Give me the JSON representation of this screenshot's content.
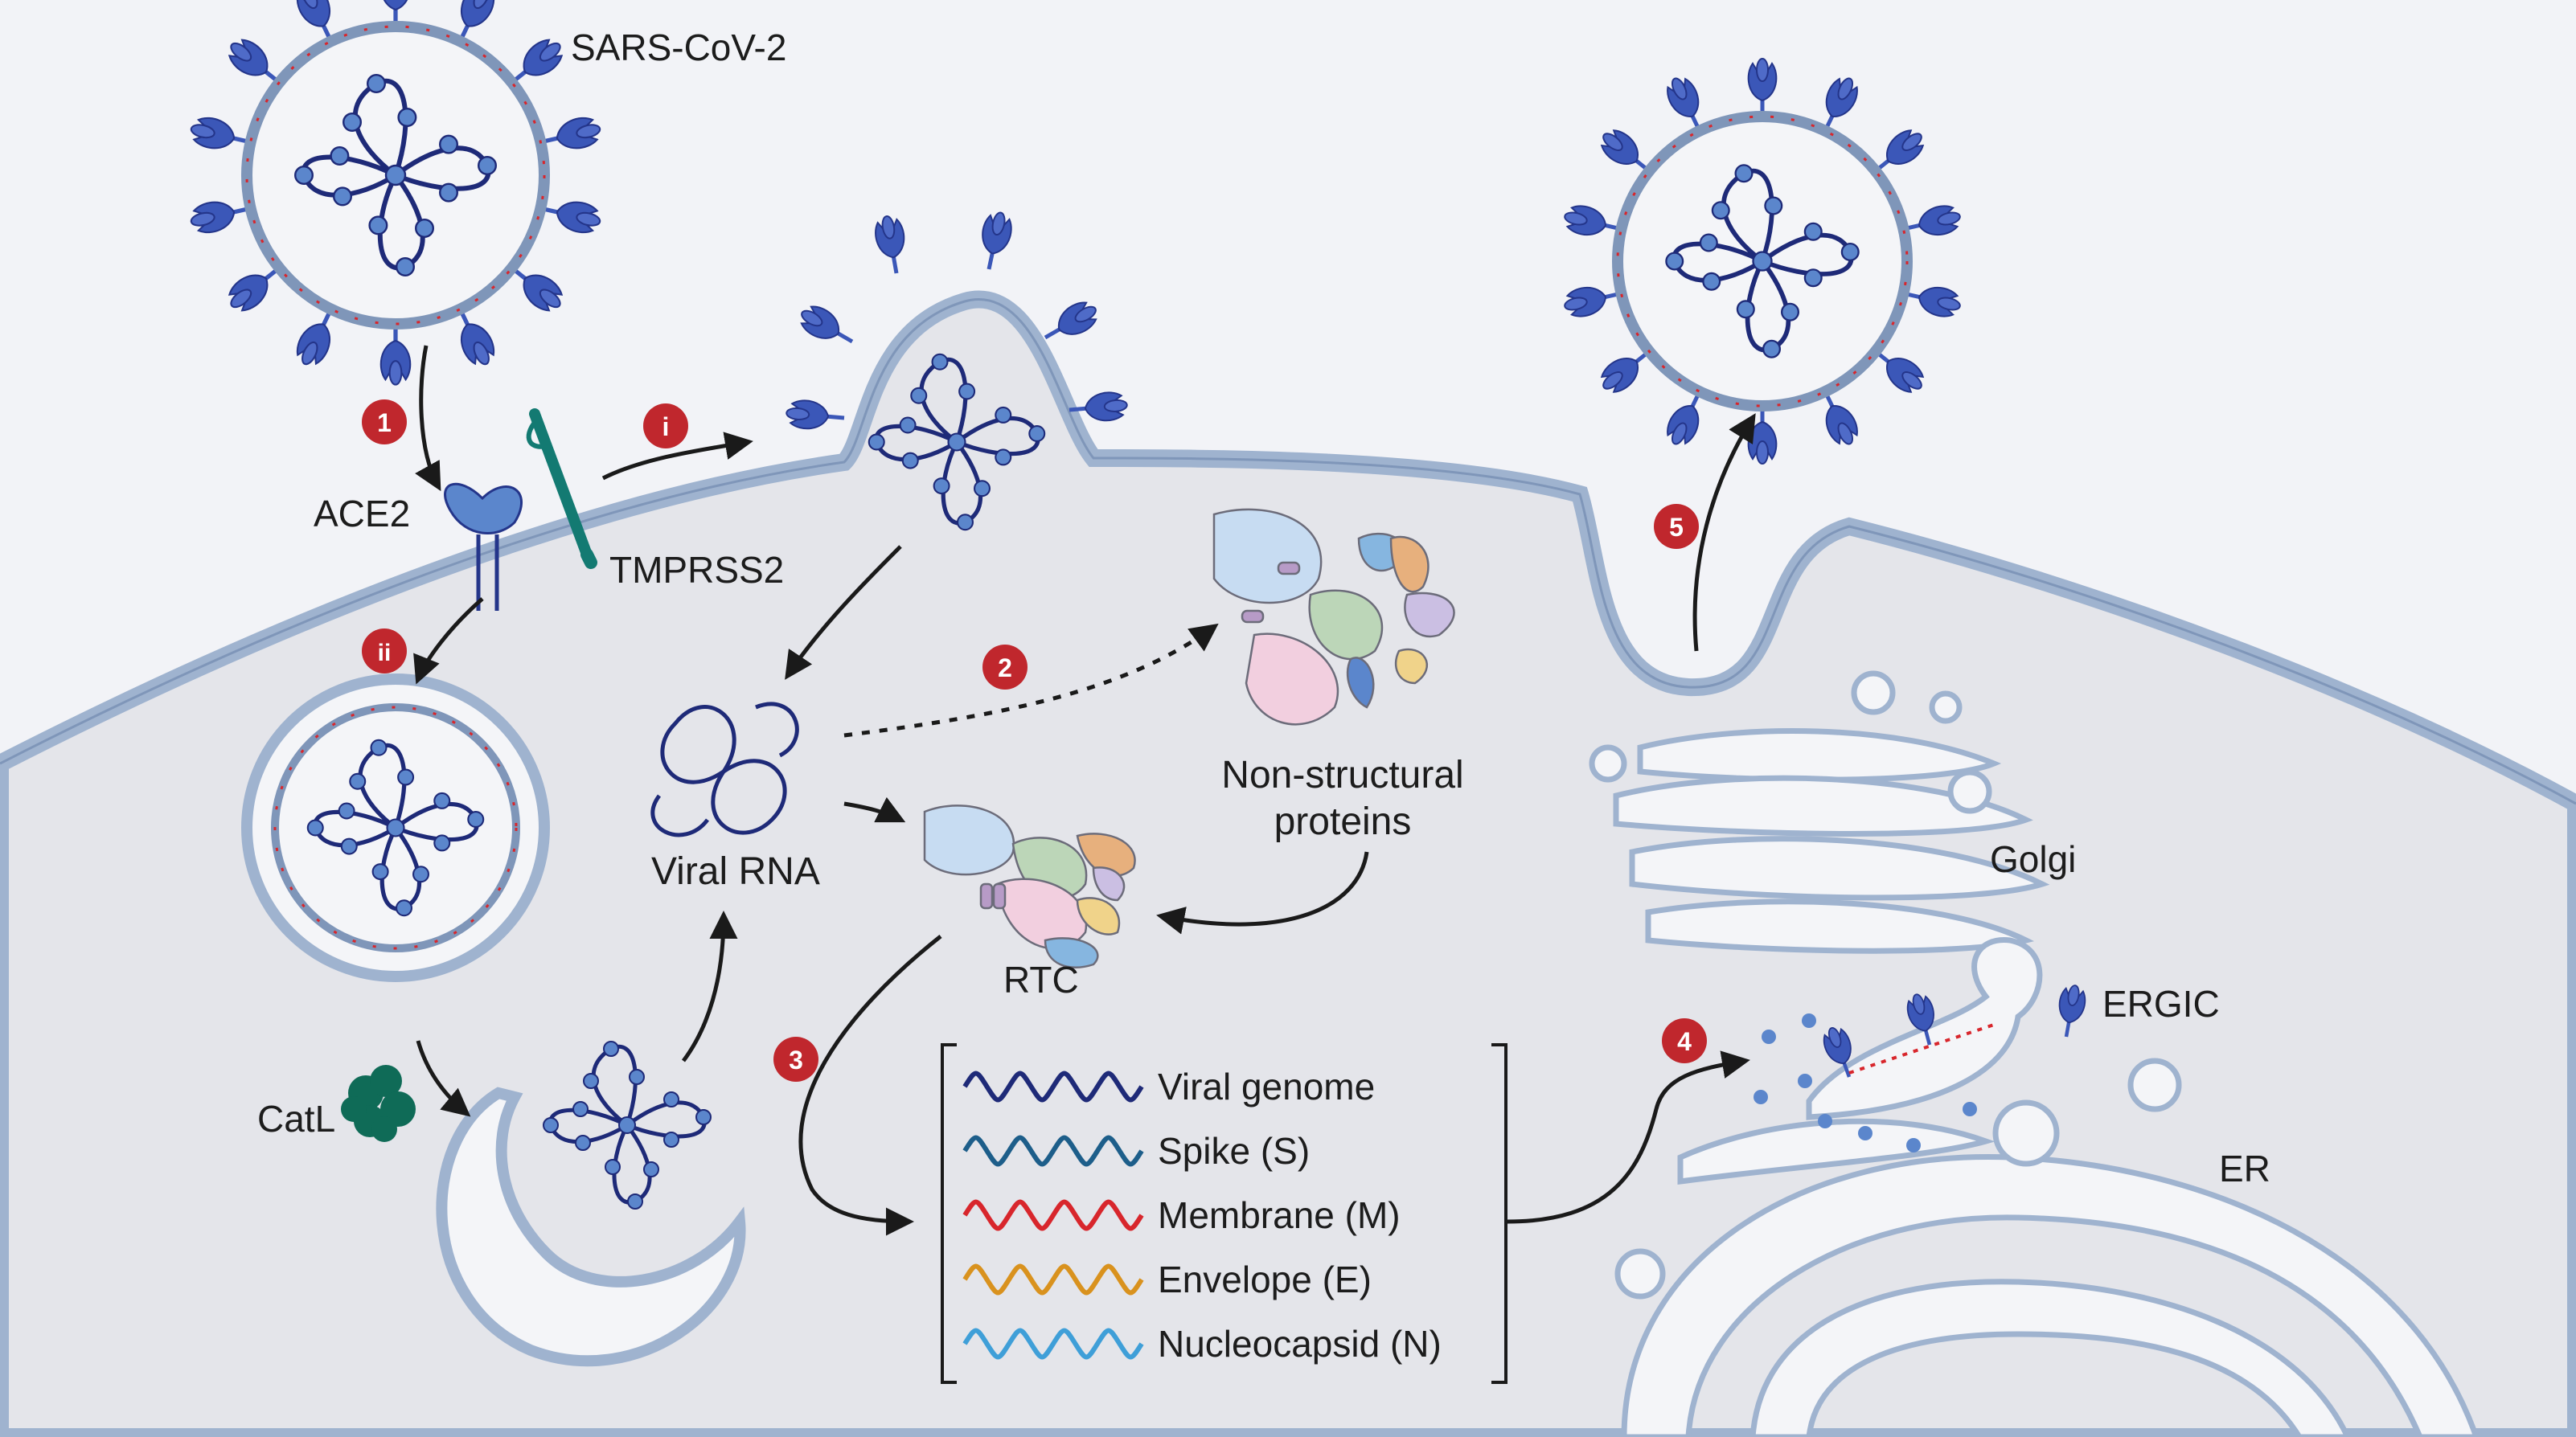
{
  "labels": {
    "virus": "SARS-CoV-2",
    "ace2": "ACE2",
    "tmprss2": "TMPRSS2",
    "catl": "CatL",
    "viral_rna": "Viral RNA",
    "nsp_line1": "Non-structural",
    "nsp_line2": "proteins",
    "rtc": "RTC",
    "golgi": "Golgi",
    "ergic": "ERGIC",
    "er": "ER"
  },
  "steps": {
    "s1": "1",
    "s2": "2",
    "s3": "3",
    "s4": "4",
    "s5": "5",
    "si": "i",
    "sii": "ii"
  },
  "legend": {
    "items": [
      {
        "label": "Viral genome",
        "color": "#1e2a78"
      },
      {
        "label": "Spike (S)",
        "color": "#1d5e8a"
      },
      {
        "label": "Membrane (M)",
        "color": "#d8262c"
      },
      {
        "label": "Envelope (E)",
        "color": "#d9921e"
      },
      {
        "label": "Nucleocapsid (N)",
        "color": "#3f9fd8"
      }
    ]
  },
  "colors": {
    "background": "#f2f3f7",
    "cell_fill": "#e4e5ea",
    "membrane": "#9fb3cf",
    "membrane_dark": "#7f96b9",
    "spike": "#3b57b8",
    "rna": "#1e2a78",
    "nucleocapsid": "#5b86cc",
    "badge": "#c0272d",
    "tmprss2": "#137a72",
    "catl": "#0f6b57",
    "arrow": "#1a1a1a"
  }
}
